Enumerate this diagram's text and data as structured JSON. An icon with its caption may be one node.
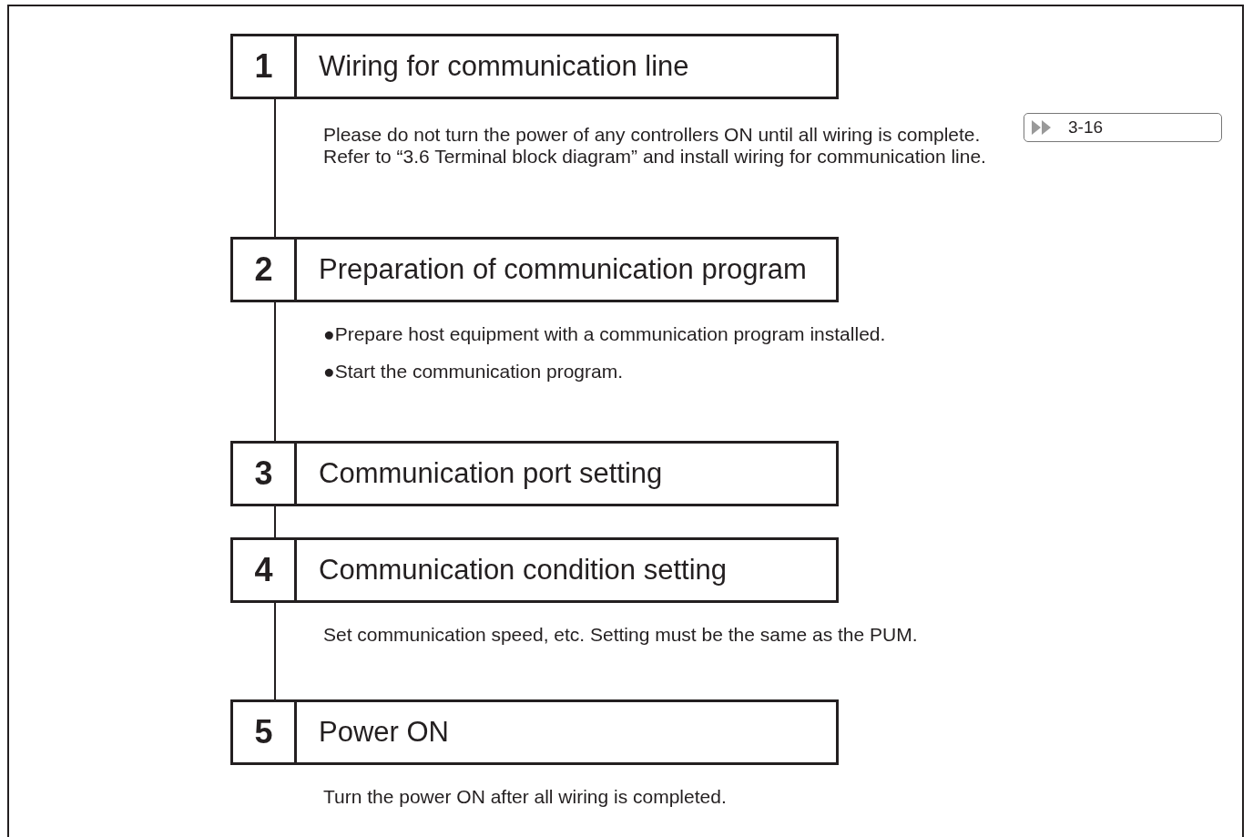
{
  "diagram": {
    "nodes": [
      {
        "text": [
          "1",
          "Wiring for communication line"
        ],
        "beside": [
          "Please do not turn the power of any controllers ON until all wiring is complete. Refer to “3.6 Terminal block diagram” and install wiring for communication line."
        ]
      },
      {
        "text": [
          "2",
          "Preparation of communication program"
        ],
        "beside": [
          "●Prepare host equipment with a communication program installed.",
          "●Start the communication program."
        ]
      },
      {
        "text": [
          "3",
          "Communication port setting"
        ]
      },
      {
        "text": [
          "4",
          "Communication condition setting"
        ],
        "beside": [
          "Set communication speed, etc. Setting must be the same as the PUM."
        ]
      },
      {
        "text": [
          "5",
          "Power ON"
        ],
        "beside": [
          "Turn the power ON after all wiring is completed."
        ]
      },
      {
        "text": [
          "3-16"
        ]
      }
    ],
    "edges": [
      {
        "from": 0,
        "to": 1,
        "arrow": "none"
      },
      {
        "from": 1,
        "to": 2,
        "arrow": "none"
      },
      {
        "from": 2,
        "to": 3,
        "arrow": "none"
      },
      {
        "from": 3,
        "to": 4,
        "arrow": "none"
      }
    ]
  }
}
